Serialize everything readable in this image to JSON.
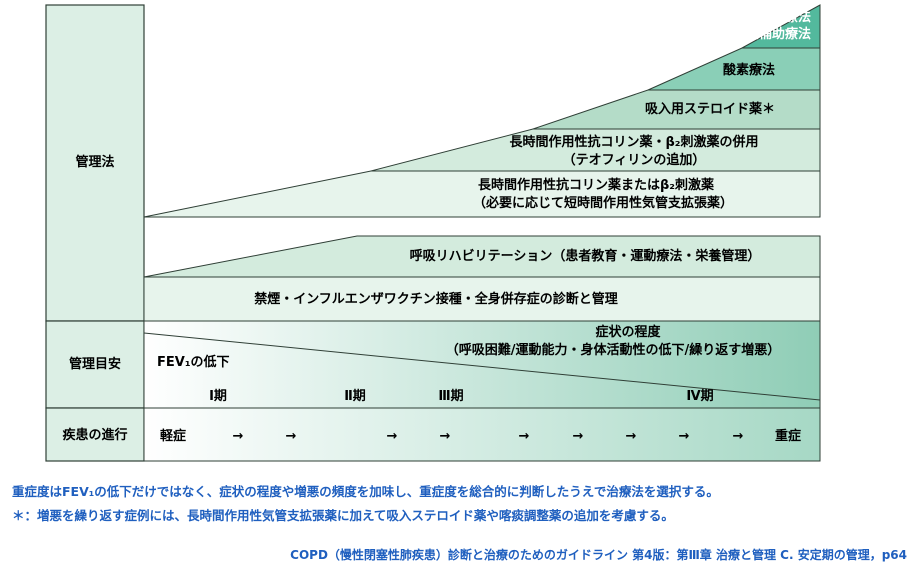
{
  "labels": {
    "management_methods": "管理法",
    "management_target": "管理目安",
    "disease_progression": "疾患の進行"
  },
  "treatments": {
    "surgery_line1": "外科療法",
    "surgery_line2": "換気補助療法",
    "oxygen": "酸素療法",
    "inhaled_steroid": "吸入用ステロイド薬＊",
    "combo_line1": "長時間作用性抗コリン薬・β₂刺激薬の併用",
    "combo_line2": "（テオフィリンの追加）",
    "single_line1": "長時間作用性抗コリン薬またはβ₂刺激薬",
    "single_line2": "（必要に応じて短時間作用性気管支拡張薬）",
    "rehab": "呼吸リハビリテーション（患者教育・運動療法・栄養管理）",
    "base": "禁煙・インフルエンザワクチン接種・全身併存症の診断と管理"
  },
  "target": {
    "fev1": "FEV₁の低下",
    "symptom_line1": "症状の程度",
    "symptom_line2": "（呼吸困難/運動能力・身体活動性の低下/繰り返す増悪）",
    "stages": [
      "Ⅰ期",
      "Ⅱ期",
      "Ⅲ期",
      "Ⅳ期"
    ]
  },
  "progression": {
    "start": "軽症",
    "end": "重症",
    "arrow": "→"
  },
  "notes": {
    "line1": "重症度はFEV₁の低下だけではなく、症状の程度や増悪の頻度を加味し、重症度を総合的に判断したうえで治療法を選択する。",
    "line2": "＊：増悪を繰り返す症例には、長時間作用性気管支拡張薬に加えて吸入ステロイド薬や喀痰調整薬の追加を考慮する。",
    "citation": "COPD（慢性閉塞性肺疾患）診断と治療のためのガイドライン 第4版：第Ⅲ章 治療と管理 C. 安定期の管理，p64"
  },
  "colors": {
    "light": "#dcefe5",
    "mid": "#c9e6d6",
    "teal": "#76c6ad",
    "teal_top": "#4fb79c",
    "border": "#2f3f36",
    "note_text": "#1f5fbf"
  }
}
